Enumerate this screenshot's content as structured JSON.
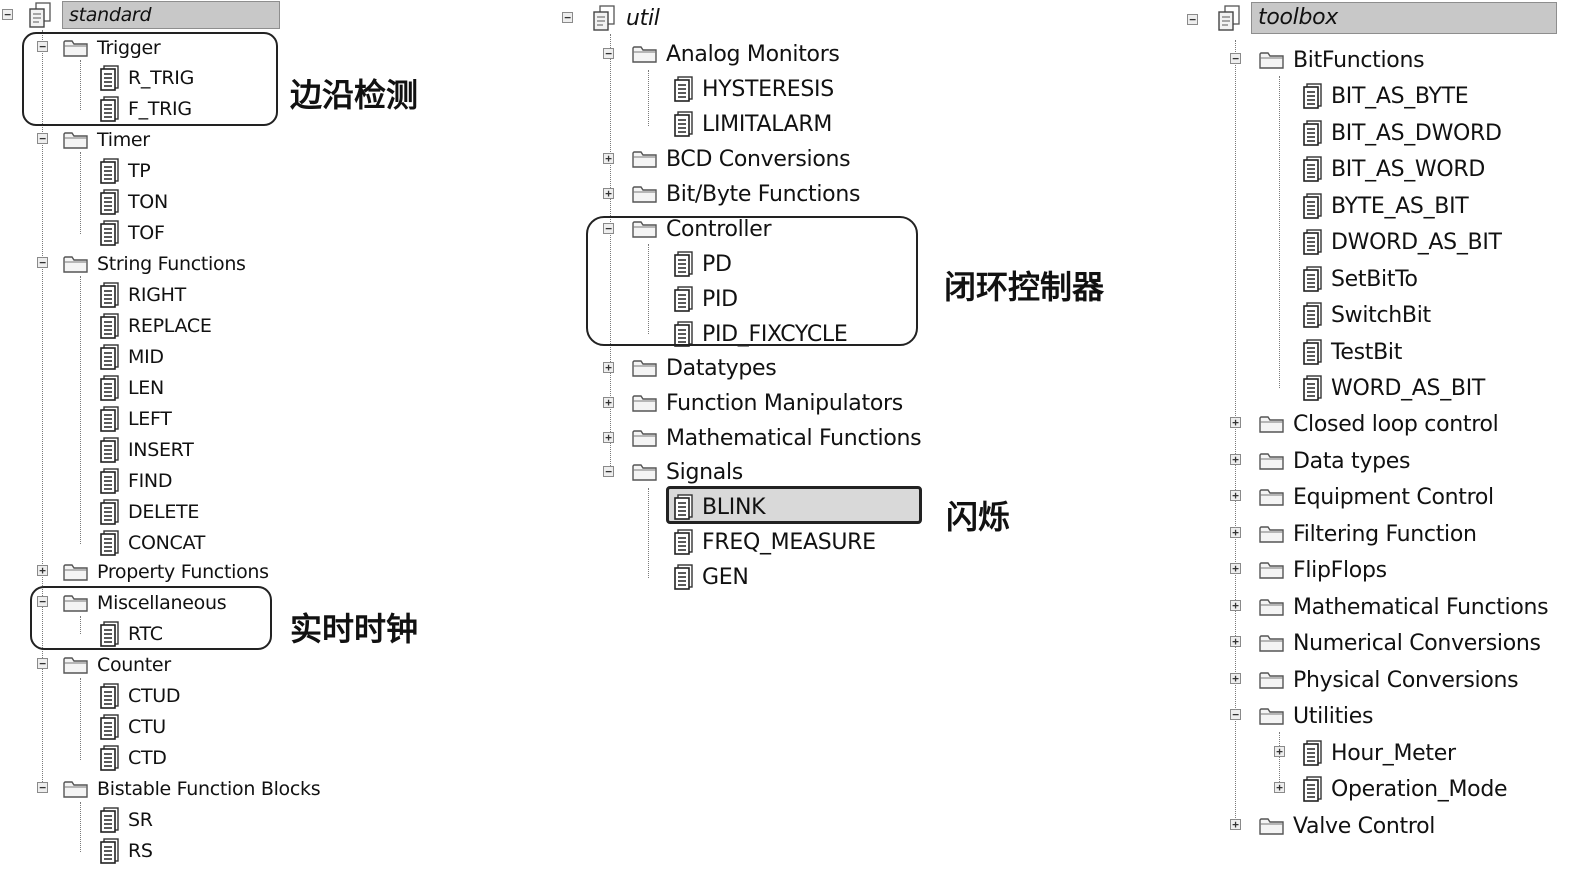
{
  "left_tree": {
    "root": "standard",
    "trigger": {
      "label": "Trigger",
      "items": [
        "R_TRIG",
        "F_TRIG"
      ]
    },
    "timer": {
      "label": "Timer",
      "items": [
        "TP",
        "TON",
        "TOF"
      ]
    },
    "string_functions": {
      "label": "String Functions",
      "items": [
        "RIGHT",
        "REPLACE",
        "MID",
        "LEN",
        "LEFT",
        "INSERT",
        "FIND",
        "DELETE",
        "CONCAT"
      ]
    },
    "property_functions": {
      "label": "Property Functions"
    },
    "miscellaneous": {
      "label": "Miscellaneous",
      "items": [
        "RTC"
      ]
    },
    "counter": {
      "label": "Counter",
      "items": [
        "CTUD",
        "CTU",
        "CTD"
      ]
    },
    "bistable": {
      "label": "Bistable Function Blocks",
      "items": [
        "SR",
        "RS"
      ]
    }
  },
  "middle_tree": {
    "root": "util",
    "analog_monitors": {
      "label": "Analog Monitors",
      "items": [
        "HYSTERESIS",
        "LIMITALARM"
      ]
    },
    "bcd_conversions": {
      "label": "BCD Conversions"
    },
    "bit_byte_functions": {
      "label": "Bit/Byte Functions"
    },
    "controller": {
      "label": "Controller",
      "items": [
        "PD",
        "PID",
        "PID_FIXCYCLE"
      ]
    },
    "datatypes": {
      "label": "Datatypes"
    },
    "function_manipulators": {
      "label": "Function Manipulators"
    },
    "mathematical_functions": {
      "label": "Mathematical Functions"
    },
    "signals": {
      "label": "Signals",
      "items": [
        "BLINK",
        "FREQ_MEASURE",
        "GEN"
      ]
    }
  },
  "right_tree": {
    "root": "toolbox",
    "bitfunctions": {
      "label": "BitFunctions",
      "items": [
        "BIT_AS_BYTE",
        "BIT_AS_DWORD",
        "BIT_AS_WORD",
        "BYTE_AS_BIT",
        "DWORD_AS_BIT",
        "SetBitTo",
        "SwitchBit",
        "TestBit",
        "WORD_AS_BIT"
      ]
    },
    "folders": [
      "Closed loop control",
      "Data types",
      "Equipment Control",
      "Filtering Function",
      "FlipFlops",
      "Mathematical Functions",
      "Numerical Conversions",
      "Physical Conversions"
    ],
    "utilities": {
      "label": "Utilities",
      "items": [
        "Hour_Meter",
        "Operation_Mode"
      ]
    },
    "valve_control": {
      "label": "Valve Control"
    }
  },
  "annotations": {
    "edge_detection": "边沿检测",
    "realtime_clock": "实时时钟",
    "closed_loop_controller": "闭环控制器",
    "blink": "闪烁"
  },
  "expanders": {
    "expanded": "−",
    "collapsed": "+"
  },
  "colors": {
    "selection_fill": "#d9d9d9",
    "root_header_fill": "#c8c8c8",
    "box_outline": "#222222"
  }
}
